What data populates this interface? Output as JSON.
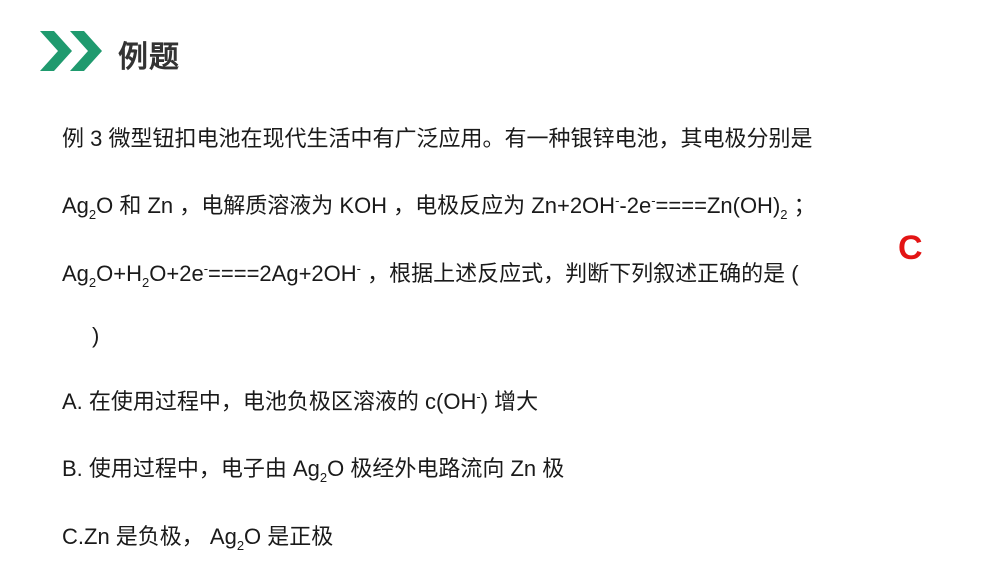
{
  "header": {
    "title": "例题",
    "icon": "double-chevron-right-icon",
    "accent_color": "#1f9a6e"
  },
  "question": {
    "line1": "例 3  微型钮扣电池在现代生活中有广泛应用。有一种银锌电池，其电极分别是",
    "line2": {
      "p1": "Ag",
      "s1": "2",
      "p2": "O 和 Zn ，电解质溶液为 KOH ，电极反应为 Zn+2OH",
      "sp1": "-",
      "p3": "-2e",
      "sp2": "-",
      "p4": "====Zn(OH)",
      "s2": "2",
      "p5": " ；"
    },
    "line3": {
      "p1": "Ag",
      "s1": "2",
      "p2": "O+H",
      "s2": "2",
      "p3": "O+2e",
      "sp1": "-",
      "p4": "====2Ag+2OH",
      "sp2": "-",
      "p5": " ，根据上述反应式，判断下列叙述正确的是 ("
    },
    "line4": ")"
  },
  "options": {
    "a": {
      "p1": "A. 在使用过程中，电池负极区溶液的 c(OH",
      "sp": "-",
      "p2": ") 增大"
    },
    "b": {
      "p1": "B. 使用过程中，电子由 Ag",
      "s": "2",
      "p2": "O 极经外电路流向 Zn 极"
    },
    "c": {
      "p1": "C.Zn 是负极， Ag",
      "s": "2",
      "p2": "O 是正极"
    }
  },
  "answer": {
    "label": "C",
    "color": "#e31414"
  }
}
